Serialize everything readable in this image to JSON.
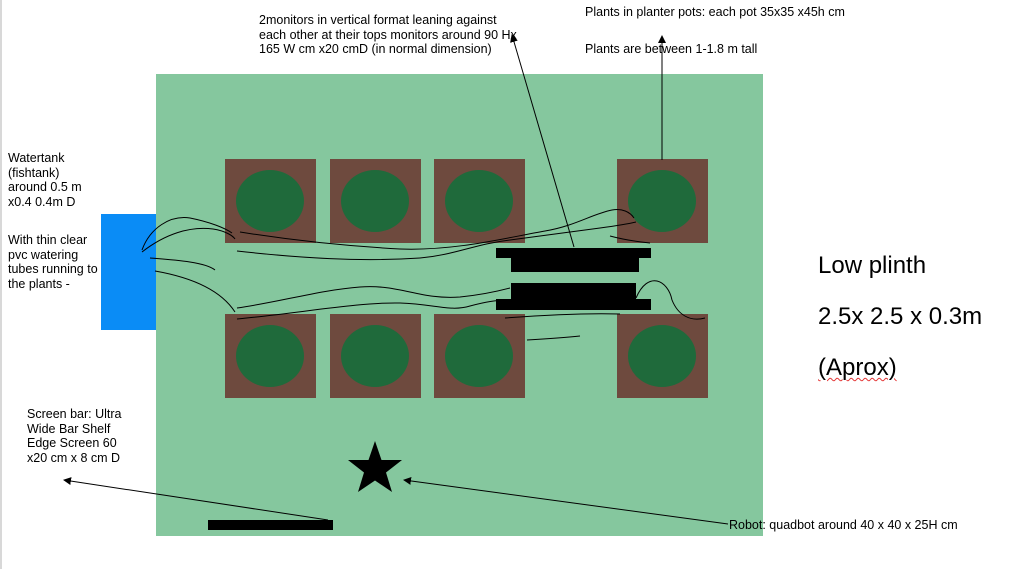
{
  "colors": {
    "plinth": "#85c79e",
    "pot": "#6e4a3e",
    "foliage": "#1f6a3b",
    "tank": "#0a8cf6",
    "monitor": "#000000",
    "spellcheck": "#e33333"
  },
  "icons": {
    "robot": "star-icon"
  },
  "labels": {
    "monitors": "2monitors in vertical format leaning against each other at their tops monitors around 90 Hx 165 W cm x20 cmD (in normal dimension)",
    "pots": "Plants in planter pots: each pot 35x35 x45h cm",
    "plant_height": "Plants are between 1-1.8 m tall",
    "watertank": "Watertank (fishtank) around 0.5 m x0.4 0.4m D",
    "tubes": "With thin clear pvc watering tubes running to the plants -",
    "screen_bar": "Screen bar: Ultra Wide Bar Shelf Edge Screen 60 x20 cm x 8 cm D",
    "robot": "Robot: quadbot around 40 x 40 x 25H cm",
    "plinth_title": "Low plinth",
    "plinth_dims": "2.5x 2.5 x 0.3m",
    "plinth_approx": "(Aprox)"
  }
}
